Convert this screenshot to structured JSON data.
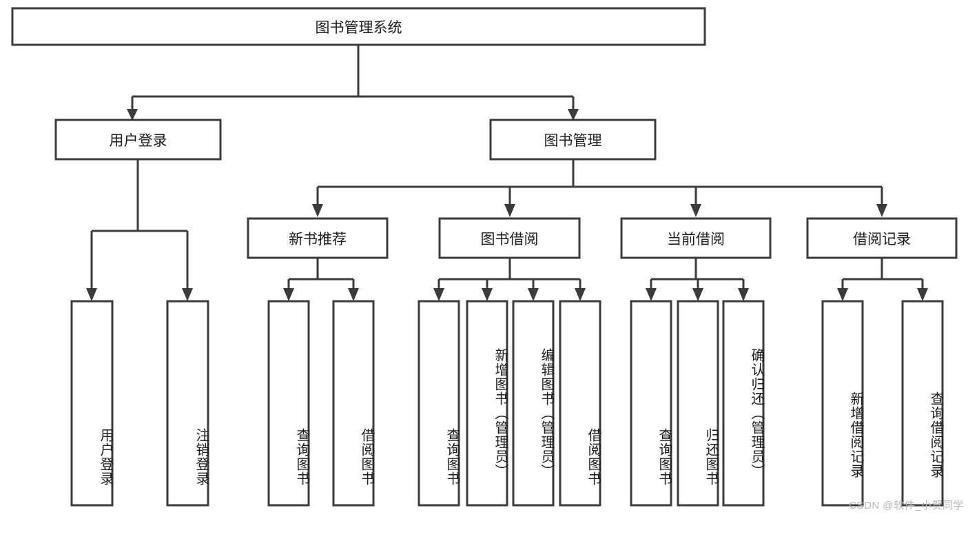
{
  "diagram": {
    "type": "tree",
    "title": "图书管理系统",
    "watermark": "CSDN @软件_小贺同学",
    "style": {
      "box_fill": "#ffffff",
      "box_stroke": "#3b3b3b",
      "text_color": "#1d1d1d",
      "background": "#ffffff",
      "watermark_color": "#b5b5b5"
    },
    "levels": [
      {
        "level": 1,
        "nodes": [
          {
            "id": "root",
            "label": "图书管理系统",
            "orientation": "horizontal"
          }
        ]
      },
      {
        "level": 2,
        "nodes": [
          {
            "id": "login",
            "label": "用户登录",
            "orientation": "horizontal",
            "parent": "root"
          },
          {
            "id": "bookmgr",
            "label": "图书管理",
            "orientation": "horizontal",
            "parent": "root"
          }
        ]
      },
      {
        "level": 3,
        "nodes": [
          {
            "id": "newbook",
            "label": "新书推荐",
            "orientation": "horizontal",
            "parent": "bookmgr"
          },
          {
            "id": "borrow",
            "label": "图书借阅",
            "orientation": "horizontal",
            "parent": "bookmgr"
          },
          {
            "id": "current",
            "label": "当前借阅",
            "orientation": "horizontal",
            "parent": "bookmgr"
          },
          {
            "id": "records",
            "label": "借阅记录",
            "orientation": "horizontal",
            "parent": "bookmgr"
          }
        ]
      },
      {
        "level": 4,
        "nodes": [
          {
            "id": "leaf1",
            "label": "用户登录",
            "orientation": "vertical",
            "parent": "login"
          },
          {
            "id": "leaf2",
            "label": "注销登录",
            "orientation": "vertical",
            "parent": "login"
          },
          {
            "id": "leaf3",
            "label": "查询图书",
            "orientation": "vertical",
            "parent": "newbook"
          },
          {
            "id": "leaf4",
            "label": "借阅图书",
            "orientation": "vertical",
            "parent": "newbook"
          },
          {
            "id": "leaf5",
            "label": "查询图书",
            "orientation": "vertical",
            "parent": "borrow"
          },
          {
            "id": "leaf6",
            "label": "新增图书（管理员）",
            "orientation": "vertical",
            "parent": "borrow"
          },
          {
            "id": "leaf7",
            "label": "编辑图书（管理员）",
            "orientation": "vertical",
            "parent": "borrow"
          },
          {
            "id": "leaf8",
            "label": "借阅图书",
            "orientation": "vertical",
            "parent": "borrow"
          },
          {
            "id": "leaf9",
            "label": "查询图书",
            "orientation": "vertical",
            "parent": "current"
          },
          {
            "id": "leaf10",
            "label": "归还图书",
            "orientation": "vertical",
            "parent": "current"
          },
          {
            "id": "leaf11",
            "label": "确认归还（管理员）",
            "orientation": "vertical",
            "parent": "current"
          },
          {
            "id": "leaf12",
            "label": "新增借阅记录",
            "orientation": "vertical",
            "parent": "records"
          },
          {
            "id": "leaf13",
            "label": "查询借阅记录",
            "orientation": "vertical",
            "parent": "records"
          }
        ]
      }
    ]
  }
}
